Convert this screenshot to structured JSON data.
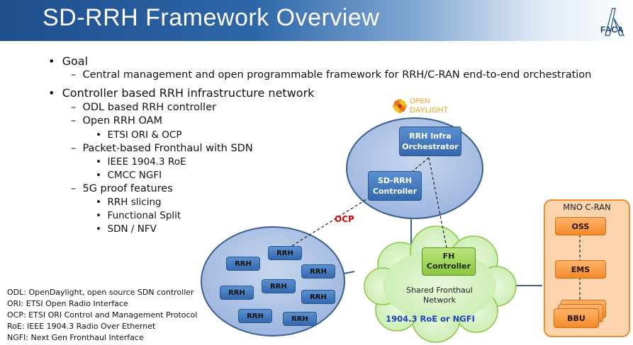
{
  "slide": {
    "title": "SD-RRH Framework Overview",
    "logo_text": "FACA"
  },
  "bullets": {
    "goal": "Goal",
    "goal_sub": "Central management and open programmable framework for RRH/C-RAN end-to-end orchestration",
    "controller": "Controller based RRH infrastructure network",
    "odl": "ODL based RRH controller",
    "oam": "Open RRH OAM",
    "oam_sub": "ETSI ORI & OCP",
    "fronthaul": "Packet-based Fronthaul with SDN",
    "fh_sub1": "IEEE 1904.3 RoE",
    "fh_sub2": "CMCC NGFI",
    "proof": "5G proof features",
    "proof_sub1": "RRH slicing",
    "proof_sub2": "Functional Split",
    "proof_sub3": "SDN / NFV"
  },
  "legend": [
    "ODL: OpenDaylight, open source SDN controller",
    "ORI: ETSI Open Radio Interface",
    "OCP: ETSI ORI Control and Management Protocol",
    "RoE: IEEE 1904.3 Radio Over Ethernet",
    "NGFI: Next Gen Fronthaul Interface"
  ],
  "diagram": {
    "odl_logo": {
      "line1": "OPEN",
      "line2": "DAYLIGHT"
    },
    "orchestrator": {
      "line1": "RRH Infra",
      "line2": "Orchestrator"
    },
    "controller": {
      "line1": "SD-RRH",
      "line2": "Controller"
    },
    "ocp_label": "OCP",
    "rrh_label": "RRH",
    "fh_controller": {
      "line1": "FH",
      "line2": "Controller"
    },
    "cloud": {
      "line1": "Shared Fronthaul",
      "line2": "Network",
      "tech": "1904.3 RoE or NGFI"
    },
    "mno": {
      "title": "MNO C-RAN",
      "oss": "OSS",
      "ems": "EMS",
      "bbu": "BBU"
    }
  },
  "colors": {
    "accent_red": "#e00000",
    "accent_blue": "#1a3fbf",
    "mno_fill": "#fbd3ad"
  }
}
